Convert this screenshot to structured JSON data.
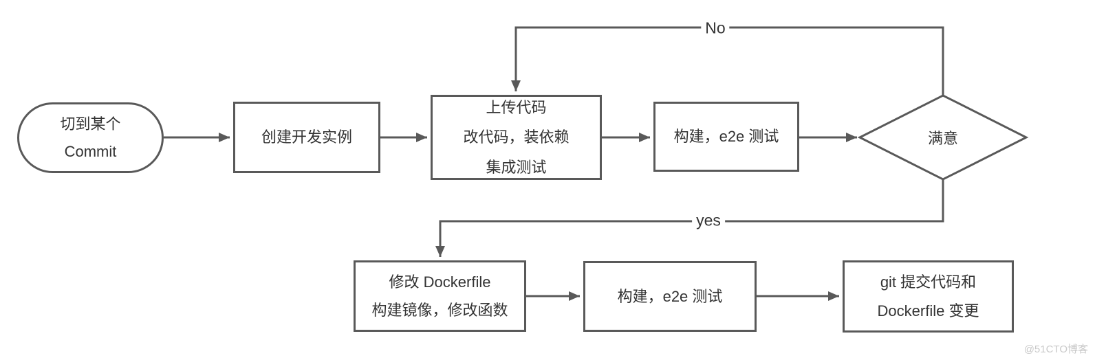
{
  "page": {
    "background": "#ffffff",
    "type": "flowchart"
  },
  "colors": {
    "stroke": "#595959",
    "text": "#333333",
    "watermark": "#c9c9c9"
  },
  "nodes": {
    "start": {
      "shape": "stadium",
      "lines": [
        "切到某个",
        "Commit"
      ]
    },
    "create_instance": {
      "shape": "rect",
      "label": "创建开发实例"
    },
    "upload_code": {
      "shape": "rect",
      "lines": [
        "上传代码",
        "改代码，装依赖",
        "集成测试"
      ]
    },
    "build_e2e_1": {
      "shape": "rect",
      "label": "构建，e2e 测试"
    },
    "decision": {
      "shape": "diamond",
      "label": "满意"
    },
    "modify_dockerfile": {
      "shape": "rect",
      "lines": [
        "修改 Dockerfile",
        "构建镜像，修改函数"
      ]
    },
    "build_e2e_2": {
      "shape": "rect",
      "label": "构建，e2e 测试"
    },
    "git_commit": {
      "shape": "rect",
      "lines": [
        "git 提交代码和",
        "Dockerfile 变更"
      ]
    }
  },
  "edges": {
    "no_label": "No",
    "yes_label": "yes"
  },
  "watermark": {
    "text": "@51CTO博客"
  }
}
